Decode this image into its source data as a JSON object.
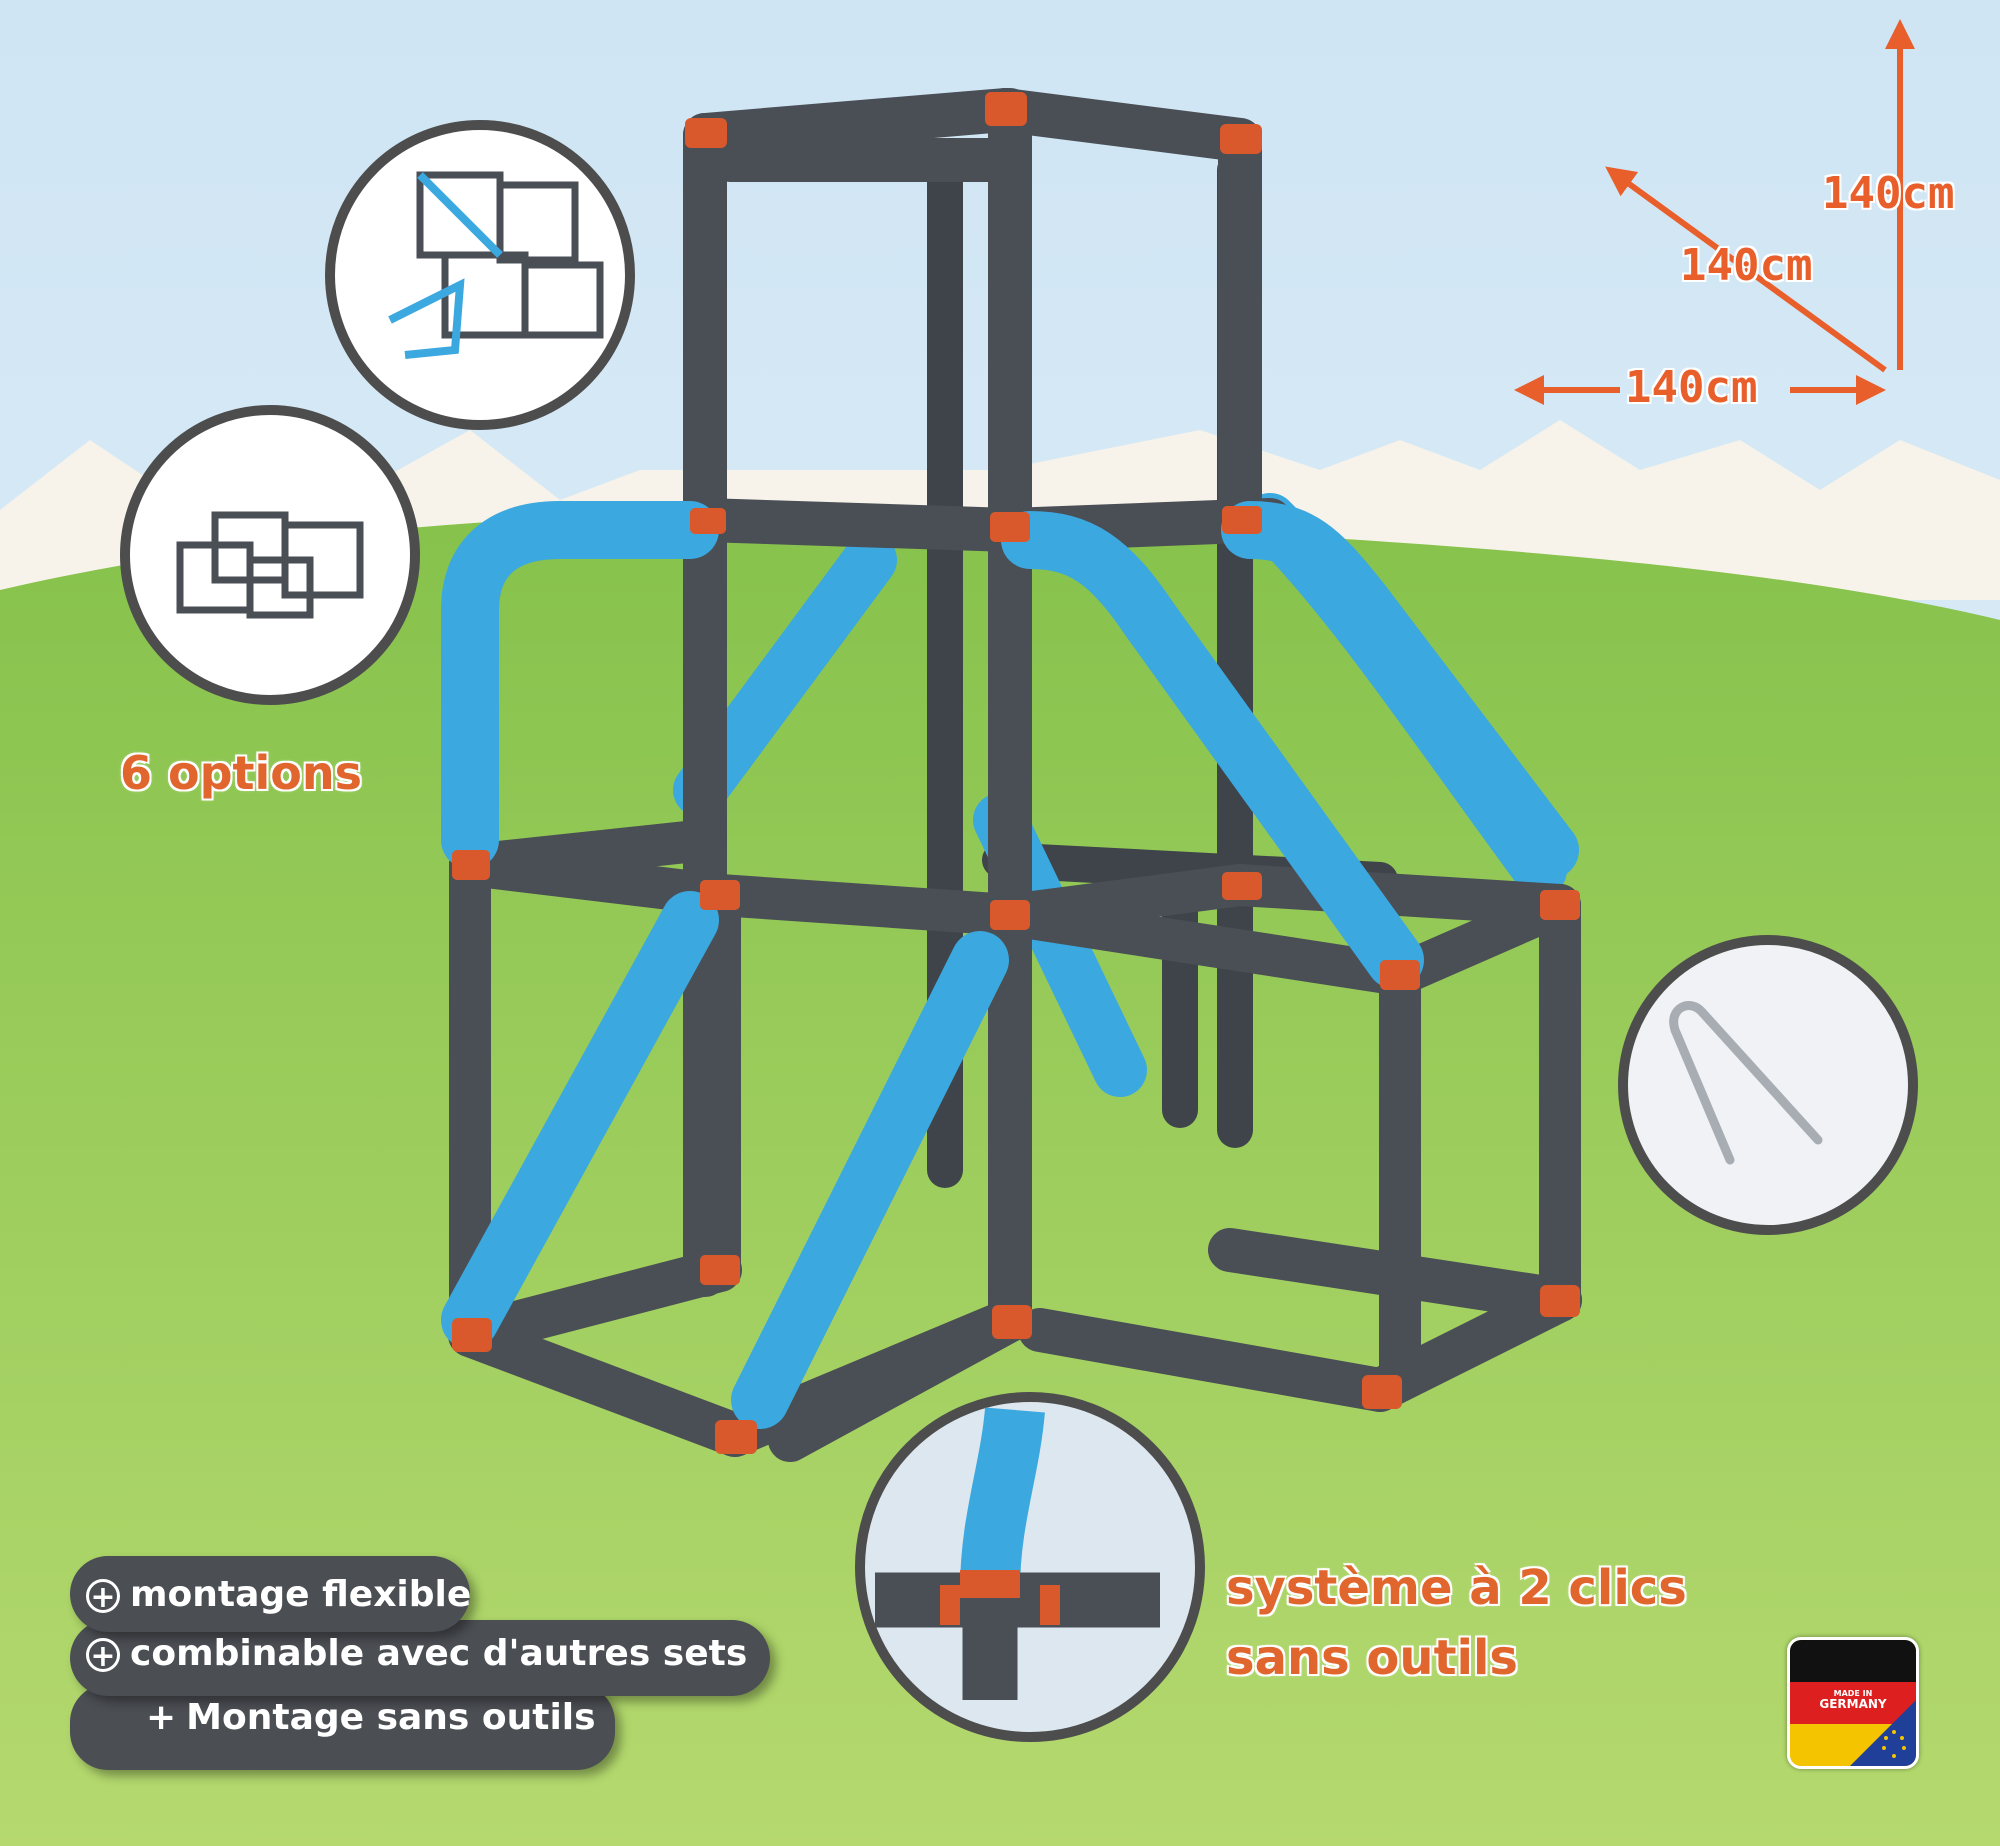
{
  "dimensions": {
    "height": "140cm",
    "depth": "140cm",
    "width": "140cm"
  },
  "options_label": "6 options",
  "features": [
    {
      "icon": "plus-circle-icon",
      "text": "montage flexible"
    },
    {
      "icon": "plus-circle-icon",
      "text": "combinable avec d'autres sets"
    },
    {
      "icon": "plus-sign",
      "prefix": "+",
      "text": "Montage sans outils"
    }
  ],
  "click_system": {
    "line1": "système à 2 clics",
    "line2": "sans outils"
  },
  "badge": {
    "made": "MADE IN",
    "country": "GERMANY"
  },
  "colors": {
    "sky": "#dcebf5",
    "grass": "#8fc556",
    "frame_gray": "#4a4e55",
    "connector_orange": "#d9582c",
    "bar_blue": "#3ba8df",
    "accent_text": "#e0662e",
    "arrow_orange": "#e85f2c"
  }
}
